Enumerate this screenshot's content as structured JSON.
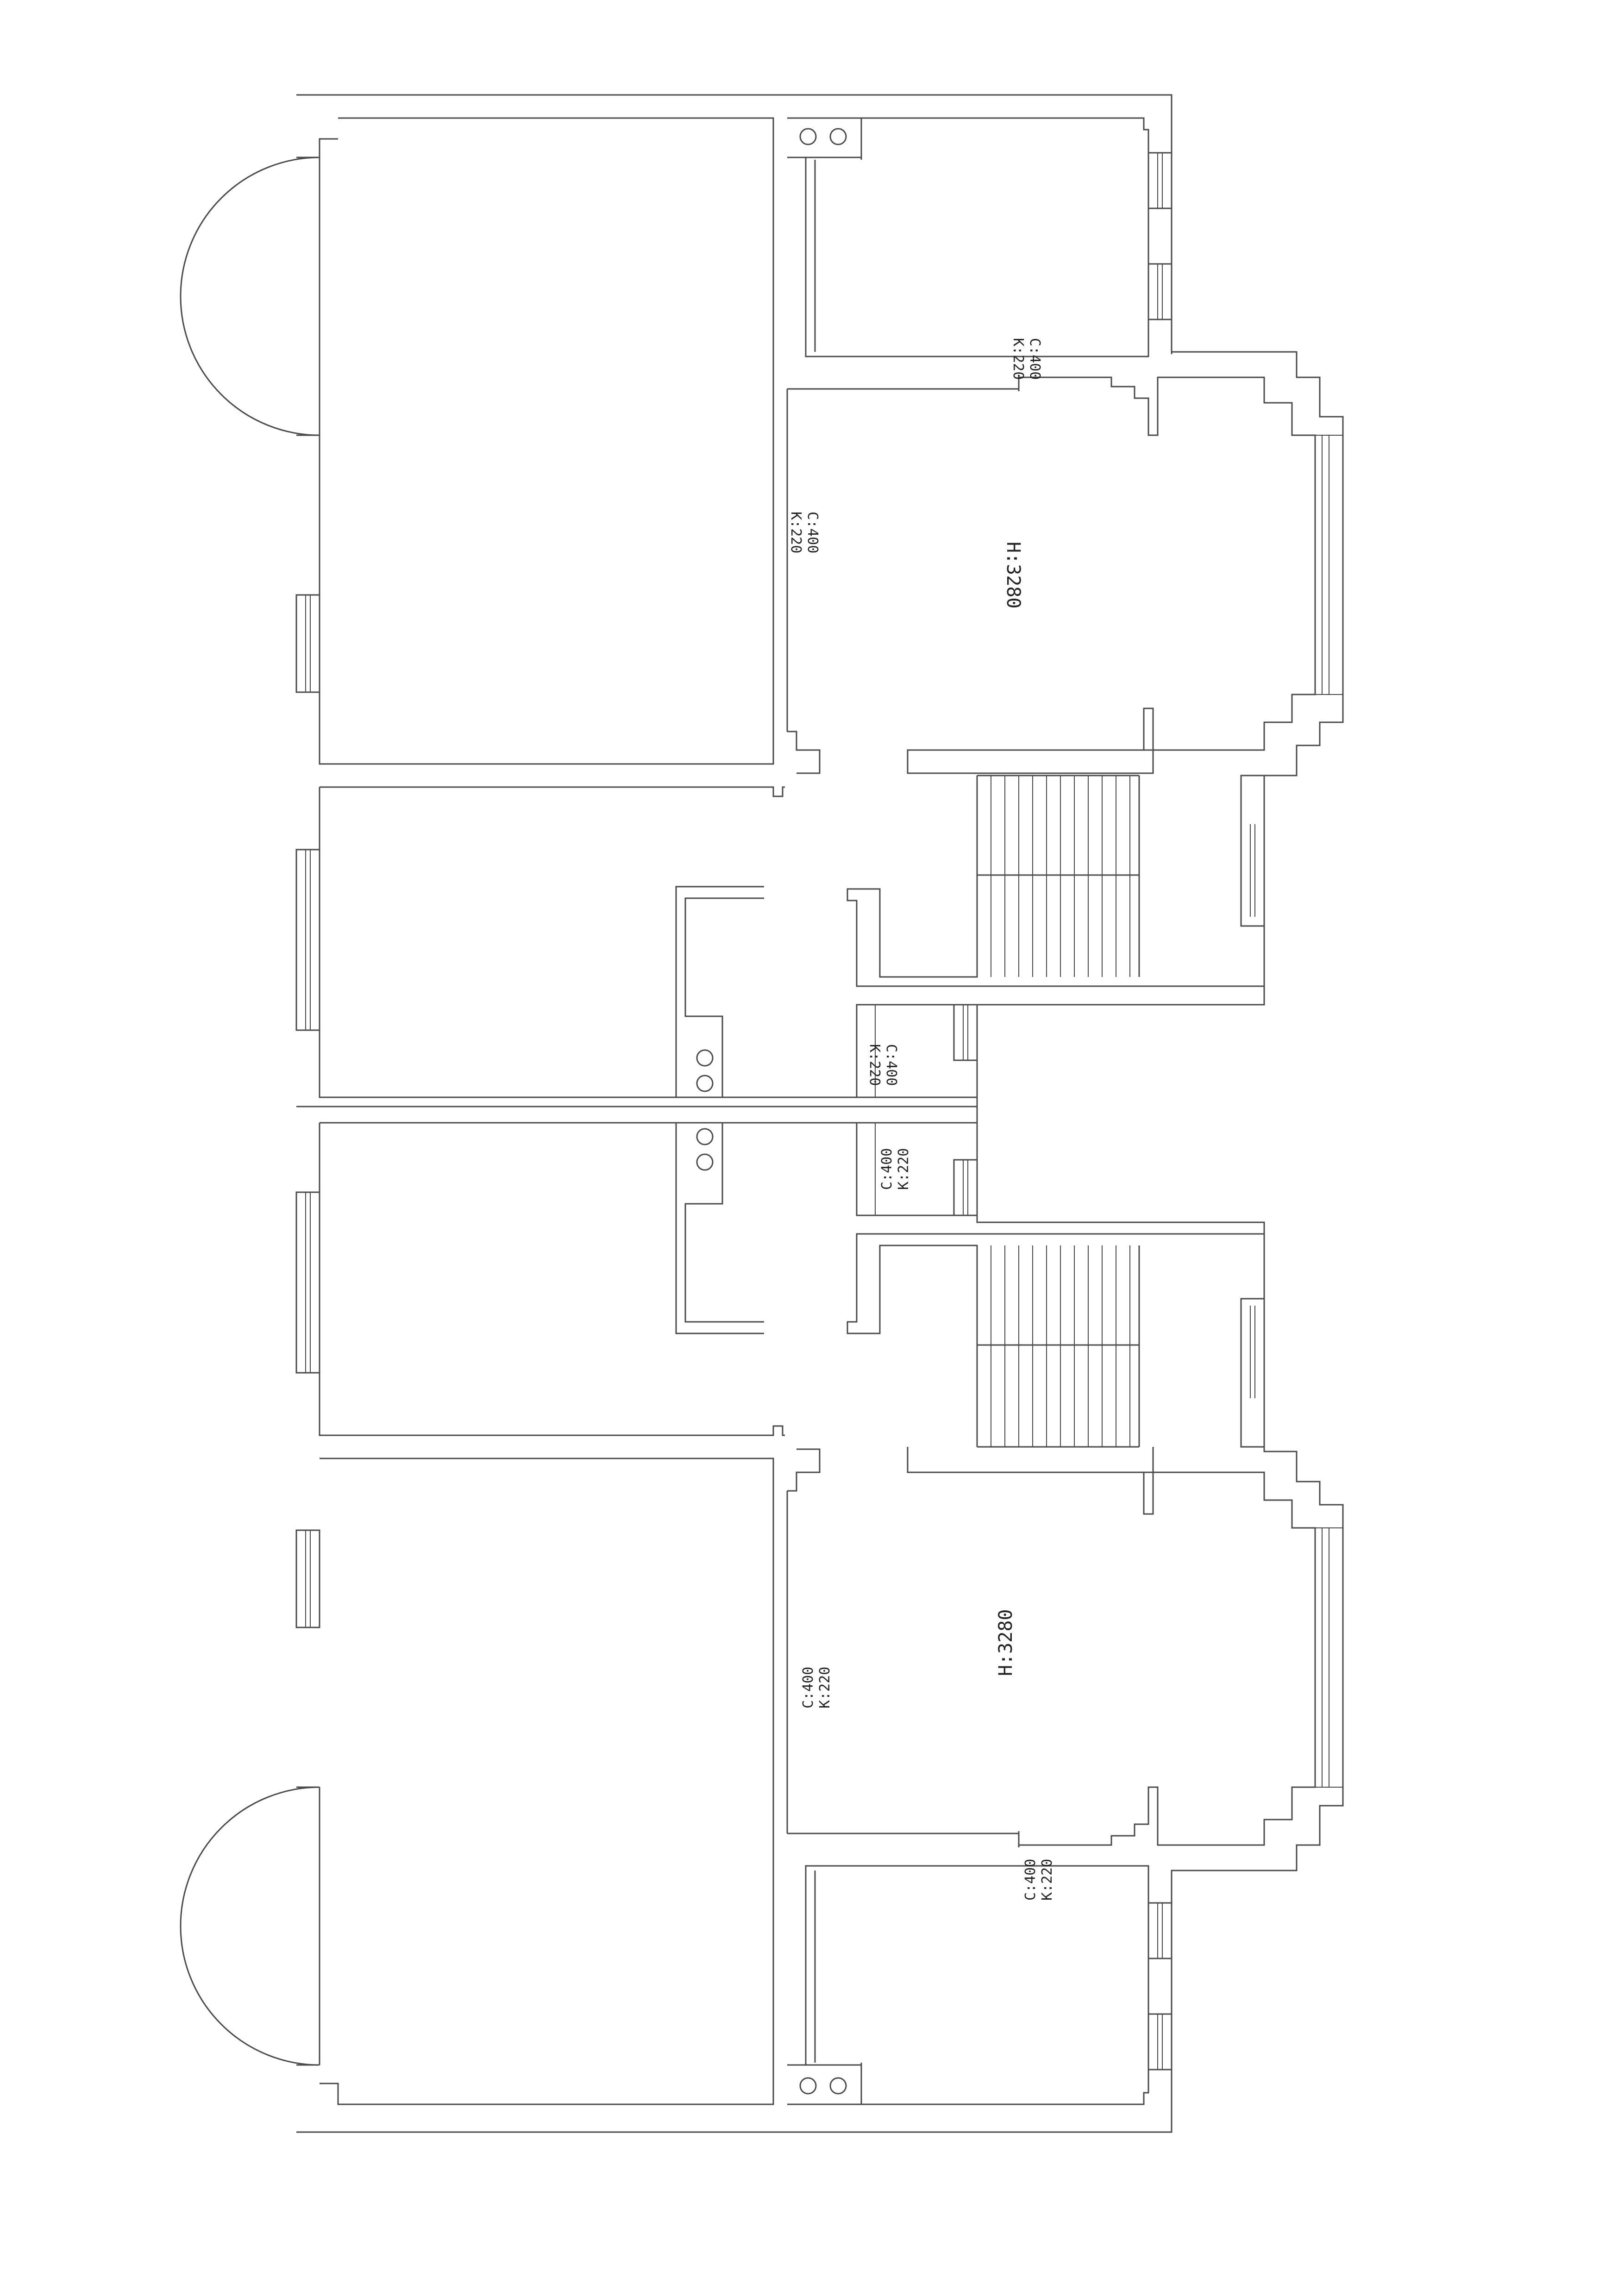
{
  "floorplan": {
    "labels": {
      "top_bath_upper": {
        "c": "C:400",
        "k": "K:220"
      },
      "top_room_wall": {
        "c": "C:400",
        "k": "K:220"
      },
      "top_h": "H:3280",
      "mid_upper": {
        "c": "C:400",
        "k": "K:220"
      },
      "mid_lower": {
        "c": "C:400",
        "k": "K:220"
      },
      "bottom_room_wall": {
        "c": "C:400",
        "k": "K:220"
      },
      "bottom_h": "H:3280",
      "bottom_bath_lower": {
        "c": "C:400",
        "k": "K:220"
      }
    }
  }
}
